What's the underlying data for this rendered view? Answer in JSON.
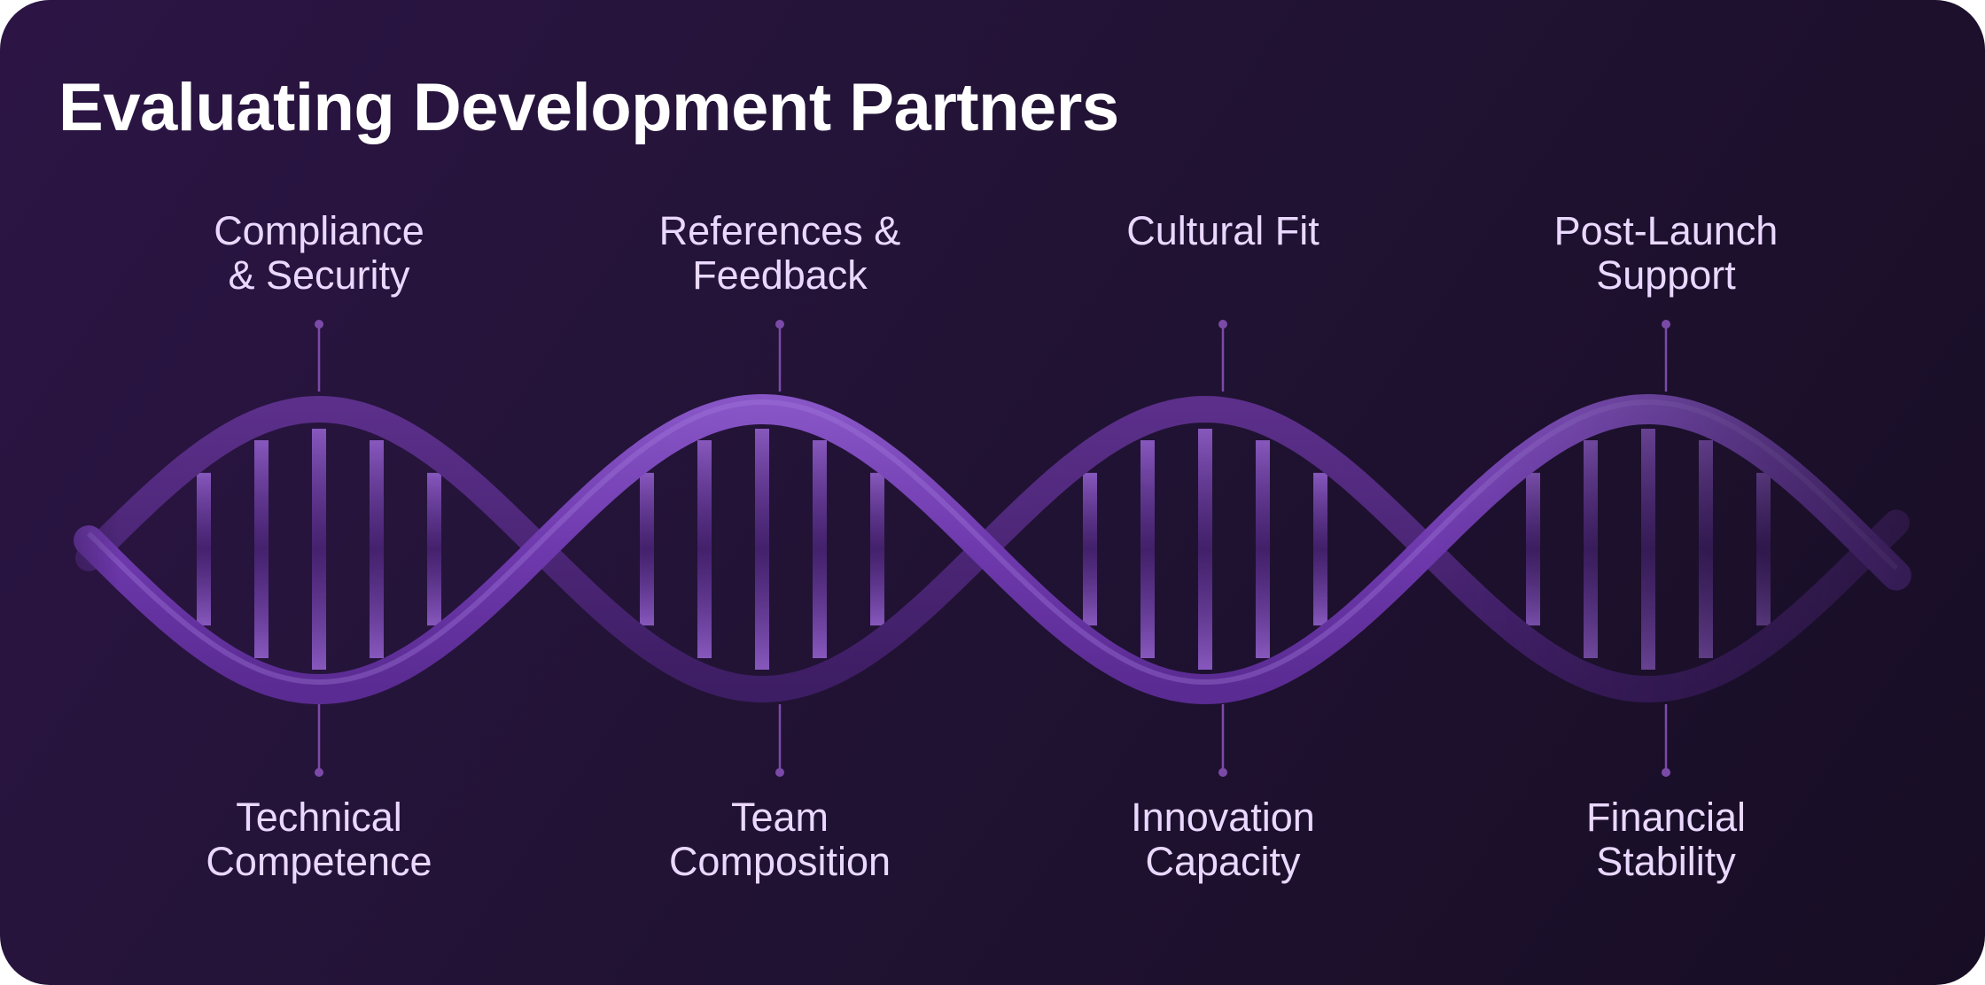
{
  "title": "Evaluating Development Partners",
  "colors": {
    "background_start": "#2c1545",
    "background_end": "#170d24",
    "strand": "#6a35a5",
    "strand_highlight": "#8a58c8",
    "rung": "#7a4ab2",
    "label": "#ead8ff",
    "connector": "#7b4aa8"
  },
  "criteria_top": [
    {
      "lines": [
        "Compliance",
        "& Security"
      ]
    },
    {
      "lines": [
        "References &",
        "Feedback"
      ]
    },
    {
      "lines": [
        "Cultural Fit"
      ]
    },
    {
      "lines": [
        "Post-Launch",
        "Support"
      ]
    }
  ],
  "criteria_bottom": [
    {
      "lines": [
        "Technical",
        "Competence"
      ]
    },
    {
      "lines": [
        "Team",
        "Composition"
      ]
    },
    {
      "lines": [
        "Innovation",
        "Capacity"
      ]
    },
    {
      "lines": [
        "Financial",
        "Stability"
      ]
    }
  ]
}
